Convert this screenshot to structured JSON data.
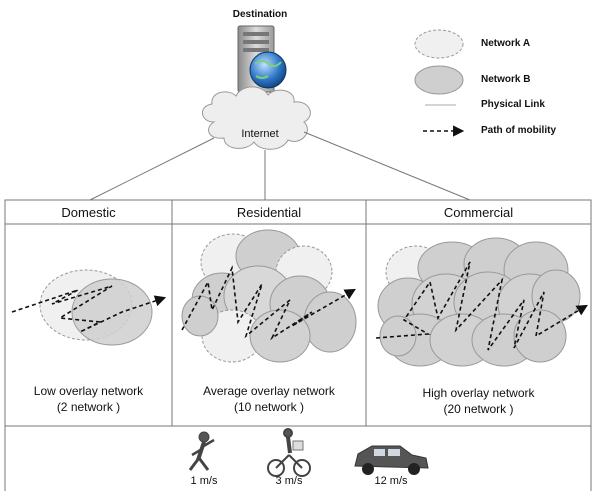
{
  "top": {
    "destination_label": "Destination",
    "internet_label": "Internet"
  },
  "legend": {
    "network_a": "Network A",
    "network_b": "Network B",
    "physical_link": "Physical Link",
    "path_of_mobility": "Path of mobility"
  },
  "panels": [
    {
      "header": "Domestic",
      "caption_line1": "Low overlay network",
      "caption_line2": "(2 network )"
    },
    {
      "header": "Residential",
      "caption_line1": "Average overlay network",
      "caption_line2": "(10 network )"
    },
    {
      "header": "Commercial",
      "caption_line1": "High overlay network",
      "caption_line2": "(20 network )"
    }
  ],
  "speeds": [
    {
      "icon": "walking-person-icon",
      "label": "1 m/s"
    },
    {
      "icon": "cyclist-icon",
      "label": "3 m/s"
    },
    {
      "icon": "car-icon",
      "label": "12 m/s"
    }
  ],
  "colors": {
    "network_a_fill": "#f0f0f0",
    "network_b_fill": "#cfcfcf",
    "outline": "#888888"
  }
}
